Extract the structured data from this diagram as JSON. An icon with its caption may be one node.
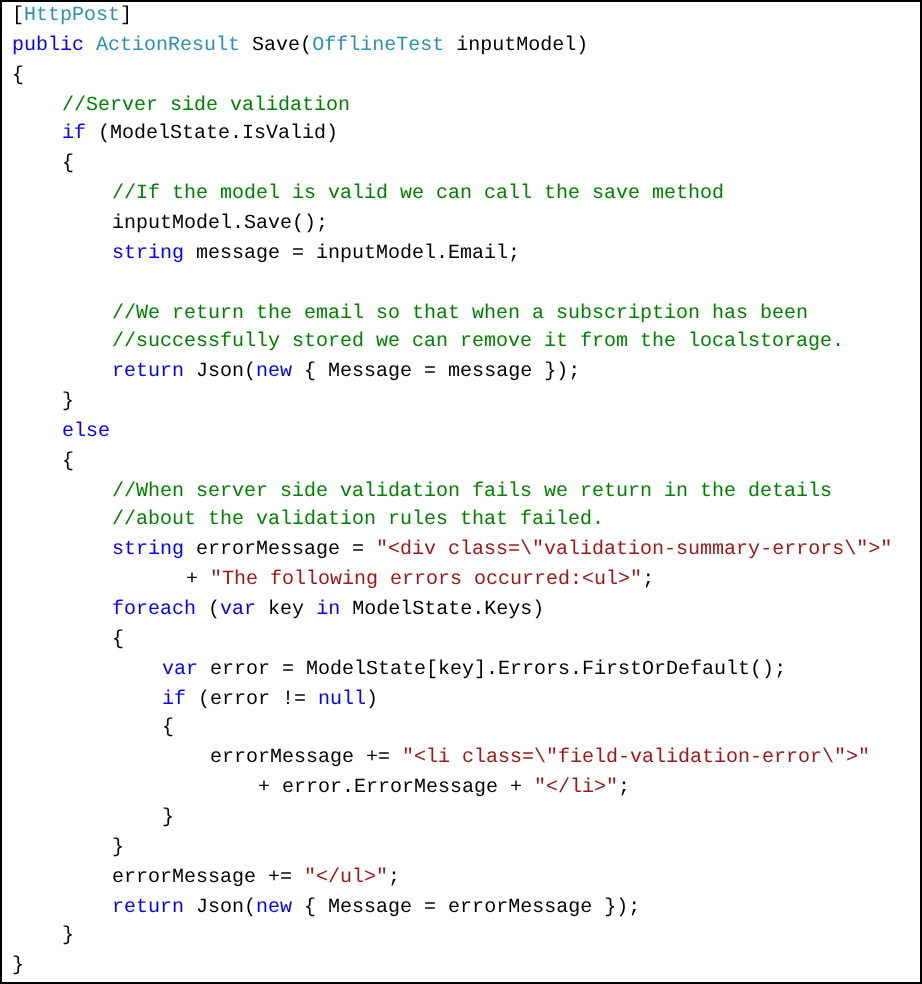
{
  "diagram": {
    "labels": [
      "[HttpPost]",
      "public ActionResult Save(OfflineTest inputModel)",
      "{",
      "//Server side validation",
      "if (ModelState.IsValid)",
      "{",
      "//If the model is valid we can call the save method",
      "inputModel.Save();",
      "string message = inputModel.Email;",
      "//We return the email so that when a subscription has been",
      "//successfully stored we can remove it from the localstorage.",
      "return Json(new { Message = message });",
      "}",
      "else",
      "{",
      "//When server side validation fails we return in the details",
      "//about the validation rules that failed.",
      "string errorMessage = \"<div class=\\\"validation-summary-errors\\\">\"",
      "+ \"The following errors occurred:<ul>\";",
      "foreach (var key in ModelState.Keys)",
      "{",
      "var error = ModelState[key].Errors.FirstOrDefault();",
      "if (error != null)",
      "{",
      "errorMessage += \"<li class=\\\"field-validation-error\\\">\"",
      "+ error.ErrorMessage + \"</li>\";",
      "}",
      "}",
      "errorMessage += \"</ul>\";",
      "return Json(new { Message = errorMessage });",
      "}",
      "}"
    ]
  }
}
